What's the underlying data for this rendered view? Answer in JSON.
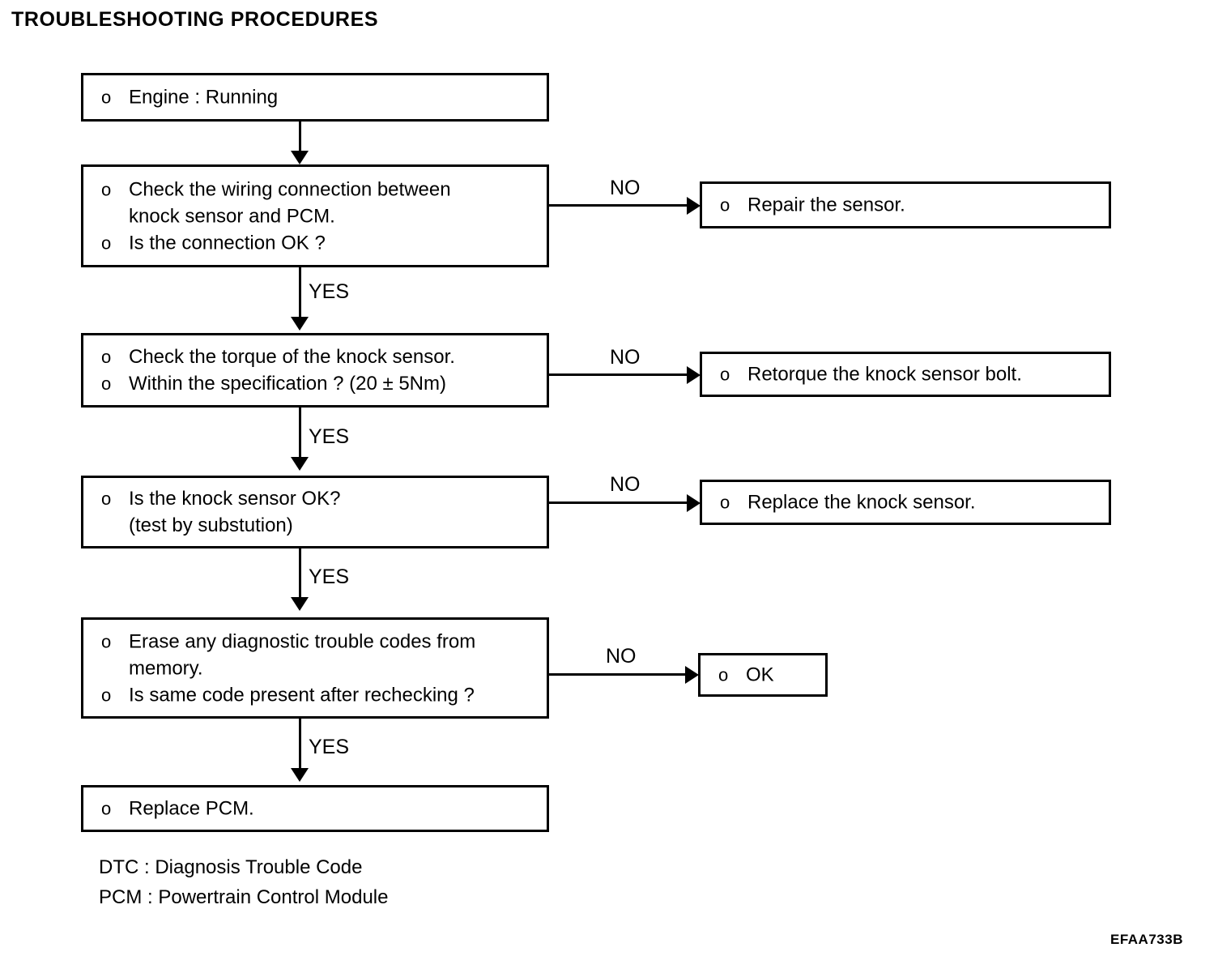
{
  "page": {
    "title": "TROUBLESHOOTING PROCEDURES",
    "figure_code": "EFAA733B",
    "line_color": "#000000",
    "background_color": "#ffffff"
  },
  "flow": {
    "bullet_glyph": "o",
    "boxes": [
      {
        "id": "engine-running",
        "lines": [
          {
            "bullet": true,
            "text": "Engine : Running"
          }
        ]
      },
      {
        "id": "check-wiring",
        "lines": [
          {
            "bullet": true,
            "text": "Check the wiring connection between"
          },
          {
            "bullet": false,
            "text": "knock sensor and PCM."
          },
          {
            "bullet": true,
            "text": "Is the connection OK ?"
          }
        ]
      },
      {
        "id": "repair-sensor",
        "lines": [
          {
            "bullet": true,
            "text": "Repair the sensor."
          }
        ]
      },
      {
        "id": "check-torque",
        "lines": [
          {
            "bullet": true,
            "text": "Check the torque of the knock sensor."
          },
          {
            "bullet": true,
            "text": "Within the specification ? (20 ± 5Nm)"
          }
        ]
      },
      {
        "id": "retorque-bolt",
        "lines": [
          {
            "bullet": true,
            "text": "Retorque the knock sensor bolt."
          }
        ]
      },
      {
        "id": "sensor-ok",
        "lines": [
          {
            "bullet": true,
            "text": "Is the knock sensor OK?"
          },
          {
            "bullet": false,
            "text": "(test by substution)"
          }
        ]
      },
      {
        "id": "replace-sensor",
        "lines": [
          {
            "bullet": true,
            "text": "Replace the knock sensor."
          }
        ]
      },
      {
        "id": "erase-codes",
        "lines": [
          {
            "bullet": true,
            "text": "Erase any diagnostic trouble codes from"
          },
          {
            "bullet": false,
            "text": "memory."
          },
          {
            "bullet": true,
            "text": "Is same code present after rechecking ?"
          }
        ]
      },
      {
        "id": "ok",
        "lines": [
          {
            "bullet": true,
            "text": "OK"
          }
        ]
      },
      {
        "id": "replace-pcm",
        "lines": [
          {
            "bullet": true,
            "text": "Replace PCM."
          }
        ]
      }
    ],
    "branch_labels": {
      "no_1": "NO",
      "no_2": "NO",
      "no_3": "NO",
      "no_4": "NO",
      "yes_1": "YES",
      "yes_2": "YES",
      "yes_3": "YES",
      "yes_4": "YES"
    }
  },
  "legend": {
    "dtc": "DTC : Diagnosis Trouble Code",
    "pcm": "PCM : Powertrain Control Module"
  }
}
